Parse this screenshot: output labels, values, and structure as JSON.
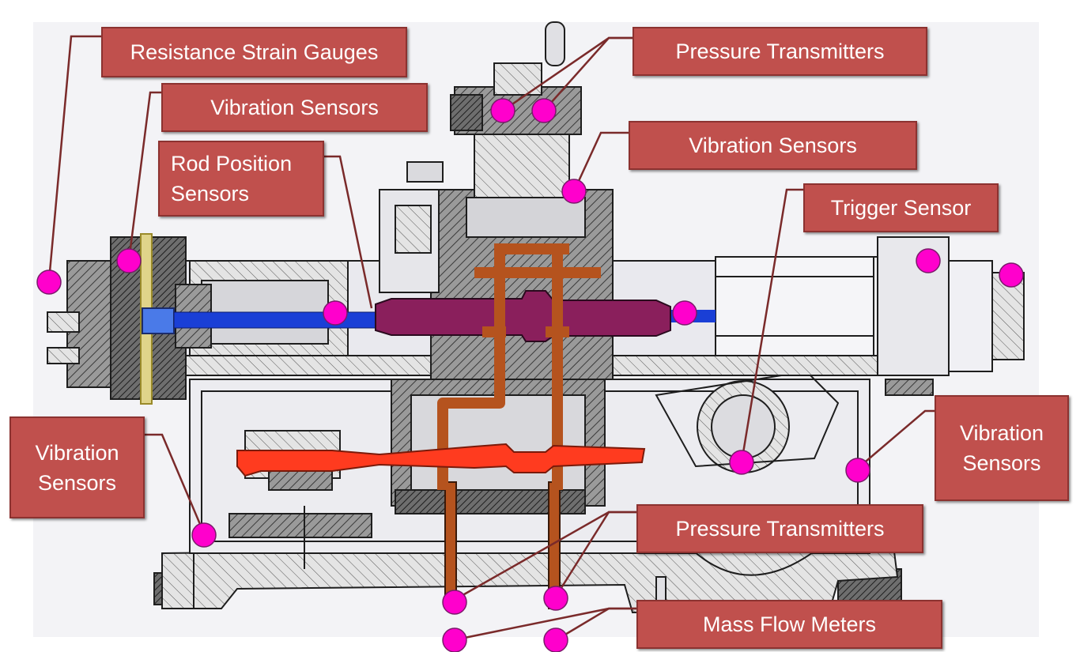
{
  "labels": {
    "resistance_strain_gauges": "Resistance Strain Gauges",
    "vibration_sensors_top_left": "Vibration Sensors",
    "rod_position_sensors_line1": "Rod Position",
    "rod_position_sensors_line2": "Sensors",
    "pressure_transmitters_top": "Pressure Transmitters",
    "vibration_sensors_top_right": "Vibration Sensors",
    "trigger_sensor": "Trigger Sensor",
    "vibration_sensors_left_line1": "Vibration",
    "vibration_sensors_left_line2": "Sensors",
    "vibration_sensors_right_line1": "Vibration",
    "vibration_sensors_right_line2": "Sensors",
    "pressure_transmitters_bottom": "Pressure Transmitters",
    "mass_flow_meters": "Mass Flow Meters"
  },
  "colors": {
    "label_fill": "#c0504d",
    "label_border": "#8c3230",
    "marker": "#ff00cc",
    "leader_line": "#7a2a2a",
    "piston_rod": "#1a3fd6",
    "crosshead": "#8a1f5c",
    "crankshaft": "#ff3b1f",
    "pipes": "#b5531e"
  }
}
